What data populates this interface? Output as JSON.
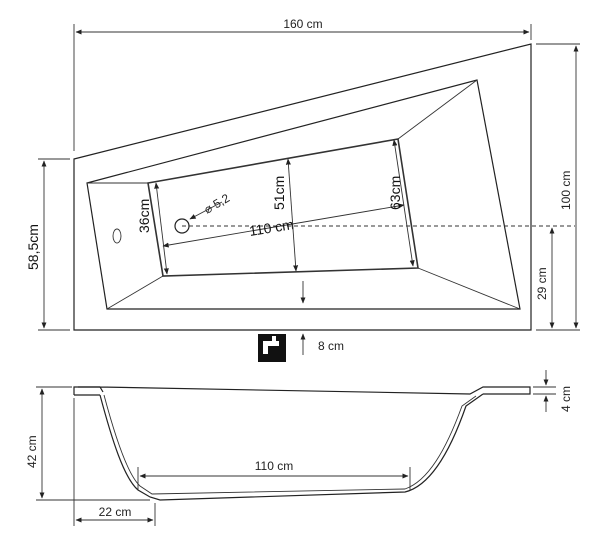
{
  "top_view": {
    "width_label": "160 cm",
    "depth_right_label": "100 cm",
    "depth_left_label": "58,5cm",
    "drain_offset_label": "29 cm",
    "front_gap_label": "8 cm",
    "inner_left_label": "36cm",
    "inner_mid_label": "51cm",
    "inner_right_label": "63cm",
    "inner_length_label": "110 cm",
    "drain_label": "⌀ 5,2",
    "faucet_icon": "faucet-icon"
  },
  "side_view": {
    "height_label": "42 cm",
    "rim_label": "4 cm",
    "bottom_length_label": "110 cm",
    "edge_offset_label": "22 cm"
  }
}
